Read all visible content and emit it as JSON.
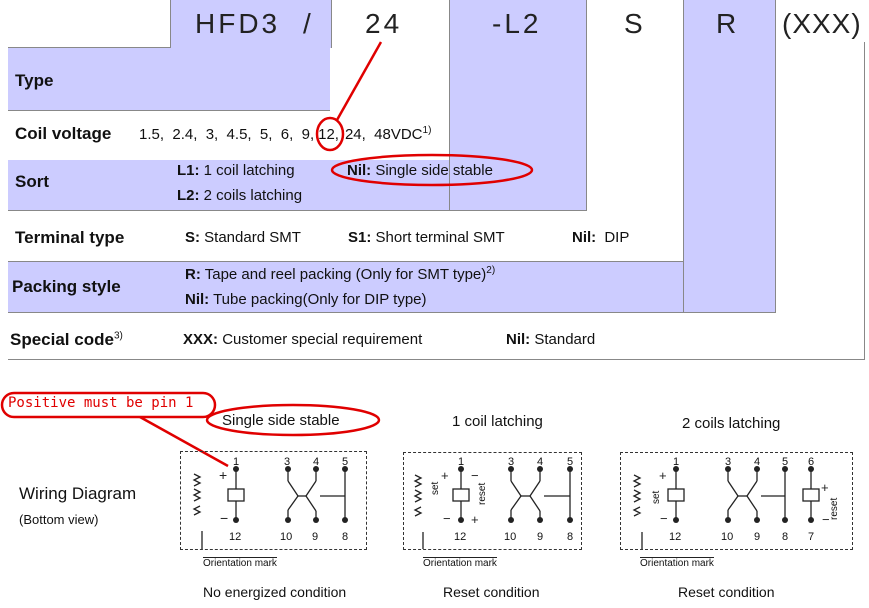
{
  "header": {
    "segments": [
      "HFD3",
      "/",
      "24",
      "-L2",
      "S",
      "R",
      "(XXX)"
    ]
  },
  "rows": {
    "type": {
      "label": "Type"
    },
    "coil": {
      "label": "Coil voltage",
      "values": "1.5,  2.4,  3,  4.5,  5,  6,  9,",
      "highlight": "12,",
      "values_after": "24,  48VDC",
      "note": "1)"
    },
    "sort": {
      "label": "Sort",
      "l1_key": "L1:",
      "l1_text": "1 coil latching",
      "nil_key": "Nil:",
      "nil_text": "Single side stable",
      "l2_key": "L2:",
      "l2_text": "2 coils latching"
    },
    "terminal": {
      "label": "Terminal type",
      "s_key": "S:",
      "s_text": "Standard SMT",
      "s1_key": "S1:",
      "s1_text": "Short terminal SMT",
      "nil_key": "Nil:",
      "nil_text": "DIP"
    },
    "packing": {
      "label": "Packing style",
      "r_key": "R:",
      "r_text": "Tape and reel packing (Only for SMT type)",
      "r_note": "2)",
      "nil_key": "Nil:",
      "nil_text": "Tube packing(Only for DIP type)"
    },
    "special": {
      "label": "Special code",
      "label_note": "3)",
      "xxx_key": "XXX:",
      "xxx_text": "Customer special requirement",
      "nil_key": "Nil:",
      "nil_text": "Standard"
    }
  },
  "callout": {
    "text": "Positive must be pin 1"
  },
  "wiring": {
    "title": "Wiring Diagram",
    "subtitle": "(Bottom view)",
    "diagrams": [
      {
        "title": "Single side stable",
        "caption": "No energized condition",
        "top_pins": [
          "1",
          "3",
          "4",
          "5"
        ],
        "bottom_pins": [
          "12",
          "10",
          "9",
          "8"
        ],
        "orientation": "Orientation mark"
      },
      {
        "title": "1 coil latching",
        "caption": "Reset condition",
        "top_pins": [
          "1",
          "3",
          "4",
          "5"
        ],
        "bottom_pins": [
          "12",
          "10",
          "9",
          "8"
        ],
        "orientation": "Orientation mark",
        "set": "set",
        "reset": "reset"
      },
      {
        "title": "2 coils latching",
        "caption": "Reset condition",
        "top_pins": [
          "1",
          "3",
          "4",
          "5",
          "6"
        ],
        "bottom_pins": [
          "12",
          "10",
          "9",
          "8",
          "7"
        ],
        "orientation": "Orientation mark",
        "set": "set",
        "reset": "reset"
      }
    ]
  },
  "colors": {
    "lavender": "#ccccff",
    "highlight": "#e00000"
  }
}
